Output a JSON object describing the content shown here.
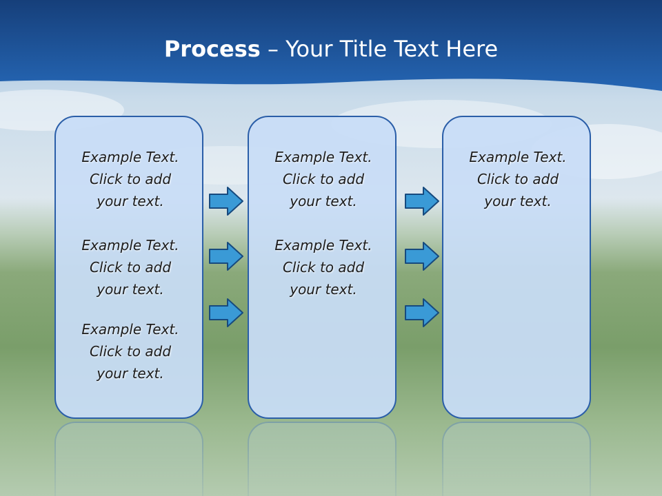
{
  "title": {
    "main": "Process",
    "sub": " – Your Title Text Here"
  },
  "columns": [
    {
      "items": [
        "Example Text.\nClick  to add\nyour text.",
        "Example Text.\nClick  to add\nyour text.",
        "Example Text.\nClick  to add\nyour text."
      ]
    },
    {
      "items": [
        "Example Text.\nClick  to add\nyour text.",
        "Example Text.\nClick  to add\nyour text."
      ]
    },
    {
      "items": [
        "Example Text.\nClick  to add\nyour text."
      ]
    }
  ],
  "colors": {
    "banner": "#1f5aa0",
    "box_border": "#2a5ea8",
    "box_fill": "#c8ddf6",
    "arrow": "#3a9ad6"
  },
  "icons": {
    "arrow": "right-arrow-icon"
  }
}
